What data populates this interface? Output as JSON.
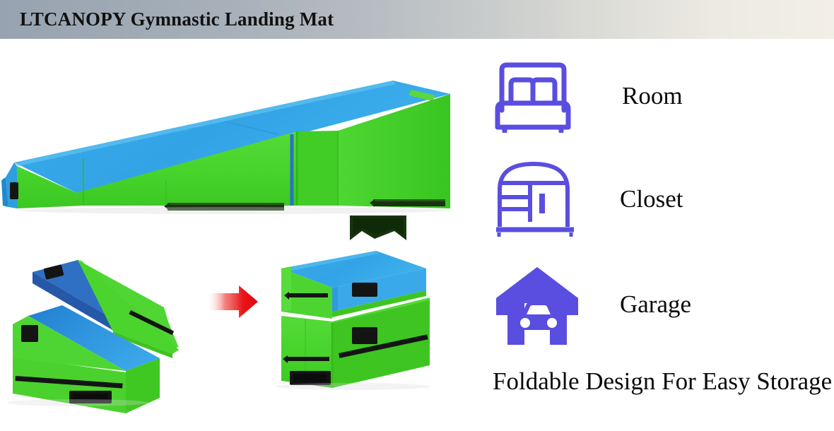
{
  "header": {
    "title": "LTCANOPY Gymnastic Landing Mat",
    "gradient_from": "#97a3b0",
    "gradient_to": "#f2efe6"
  },
  "features": [
    {
      "icon": "bed-icon",
      "label": "Room",
      "color": "#5a4ee0"
    },
    {
      "icon": "closet-icon",
      "label": "Closet",
      "color": "#5a4ee0"
    },
    {
      "icon": "garage-icon",
      "label": "Garage",
      "color": "#5a4ee0"
    }
  ],
  "tagline": "Foldable Design For Easy Storage",
  "product": {
    "name": "gymnastic-landing-mat",
    "colors": {
      "blue_top": "#36a9e8",
      "blue_light": "#56b9ee",
      "blue_dark": "#1f6fbf",
      "blue_deep": "#2056a8",
      "green": "#46d32a",
      "green_light": "#63e04a",
      "green_dark": "#35b81e",
      "strap_black": "#141414",
      "zipper_dark": "#17340f",
      "arrow_red": "#e8161a"
    },
    "photos": [
      {
        "name": "wedge-mat-open-view",
        "caption": ""
      },
      {
        "name": "wedge-mat-folding-view",
        "caption": ""
      },
      {
        "name": "wedge-mat-folded-cube",
        "caption": ""
      }
    ],
    "arrow": {
      "name": "process-arrow",
      "direction": "right"
    }
  }
}
